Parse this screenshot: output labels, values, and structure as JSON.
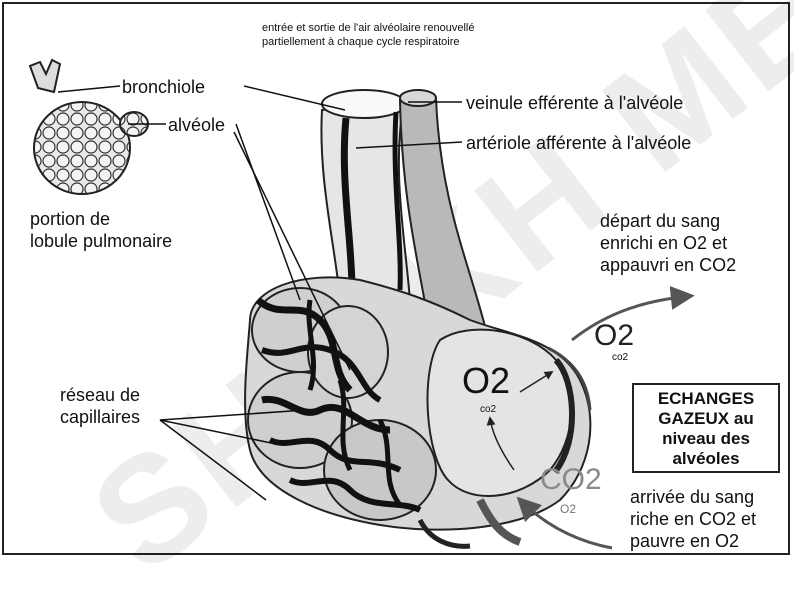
{
  "watermark": "SHEIKH MEDI",
  "header": {
    "line1": "entrée et sortie de l'air alvéolaire renouvellé",
    "line2": "partiellement à chaque cycle respiratoire"
  },
  "labels": {
    "bronchiole": "bronchiole",
    "alveole": "alvéole",
    "lobule_line1": "portion de",
    "lobule_line2": "lobule pulmonaire",
    "veinule": "veinule efférente à l'alvéole",
    "arteriole": "artériole afférente à l'alvéole",
    "depart_line1": "départ du sang",
    "depart_line2": "enrichi en O2 et",
    "depart_line3": "appauvri en CO2",
    "reseau_line1": "réseau de",
    "reseau_line2": "capillaires",
    "arrivee_line1": "arrivée du sang",
    "arrivee_line2": "riche en CO2 et",
    "arrivee_line3": "pauvre en O2"
  },
  "gases": {
    "o2_big": "O2",
    "co2_small_inner": "co2",
    "o2_right": "O2",
    "co2_small_right": "co2",
    "co2_big": "CO2",
    "o2_small_bottom": "O2"
  },
  "box": {
    "line1": "ECHANGES",
    "line2": "GAZEUX au",
    "line3": "niveau des",
    "line4": "alvéoles"
  }
}
